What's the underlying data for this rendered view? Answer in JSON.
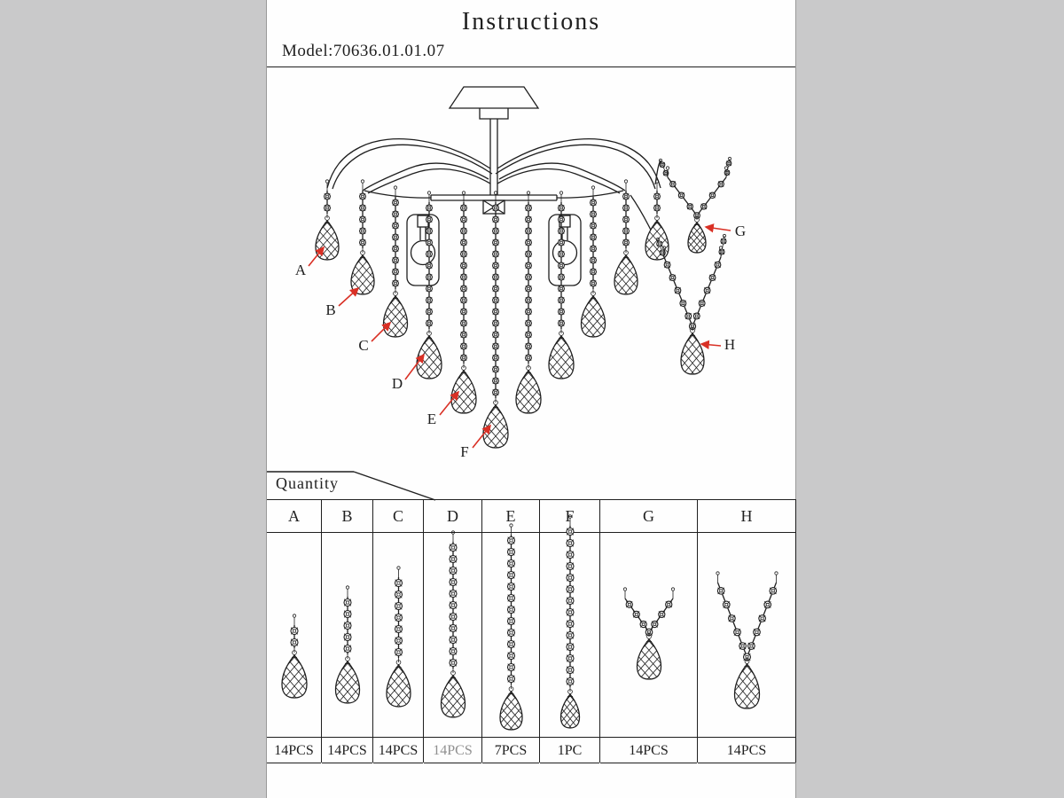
{
  "page": {
    "title": "Instructions",
    "model": "Model:70636.01.01.07",
    "quantity_label": "Quantity"
  },
  "colors": {
    "ink": "#1f1f1f",
    "arrow": "#d93025",
    "paper": "#fefefe",
    "surround": "#c9c9ca",
    "muted_qty": "#8f8f8f"
  },
  "diagram": {
    "part_labels": [
      "A",
      "B",
      "C",
      "D",
      "E",
      "F",
      "G",
      "H"
    ]
  },
  "quantity_table": {
    "columns": [
      {
        "id": "A",
        "qty": "14PCS"
      },
      {
        "id": "B",
        "qty": "14PCS"
      },
      {
        "id": "C",
        "qty": "14PCS"
      },
      {
        "id": "D",
        "qty": "14PCS",
        "muted": true
      },
      {
        "id": "E",
        "qty": "7PCS"
      },
      {
        "id": "F",
        "qty": "1PC"
      },
      {
        "id": "G",
        "qty": "14PCS"
      },
      {
        "id": "H",
        "qty": "14PCS"
      }
    ]
  }
}
